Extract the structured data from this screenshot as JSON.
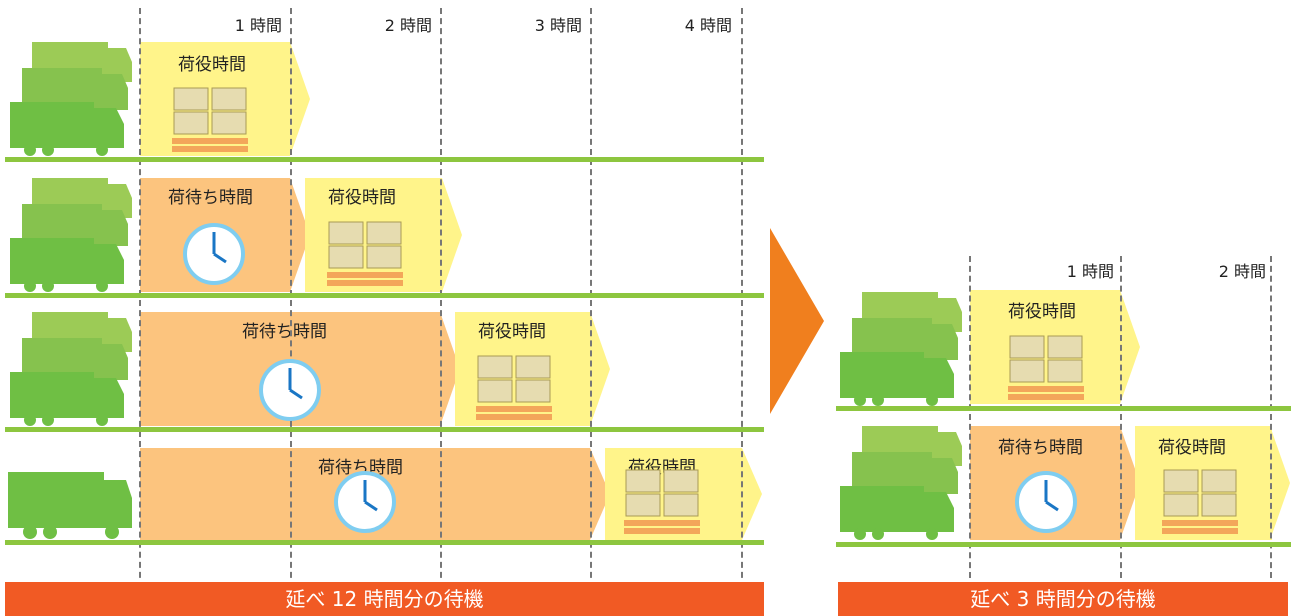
{
  "left_panel": {
    "hour_labels": [
      "1 時間",
      "2 時間",
      "3 時間",
      "4 時間"
    ],
    "rows": [
      {
        "wait_label": "",
        "load_label": "荷役時間"
      },
      {
        "wait_label": "荷待ち時間",
        "load_label": "荷役時間"
      },
      {
        "wait_label": "荷待ち時間",
        "load_label": "荷役時間"
      },
      {
        "wait_label": "荷待ち時間",
        "load_label": "荷役時間"
      }
    ],
    "summary": "延べ 12 時間分の待機"
  },
  "right_panel": {
    "hour_labels": [
      "1 時間",
      "2 時間"
    ],
    "rows": [
      {
        "wait_label": "",
        "load_label": "荷役時間"
      },
      {
        "wait_label": "荷待ち時間",
        "load_label": "荷役時間"
      }
    ],
    "summary": "延べ 3 時間分の待機"
  },
  "colors": {
    "truck_dark": "#6fbf44",
    "truck_light": "#a6d05a",
    "ground": "#8dc63f",
    "waiting_band": "#fcc47e",
    "loading_band": "#fff48a",
    "clock": "#7fcdf0",
    "arrow": "#f07f1e",
    "banner": "#f15a24"
  }
}
